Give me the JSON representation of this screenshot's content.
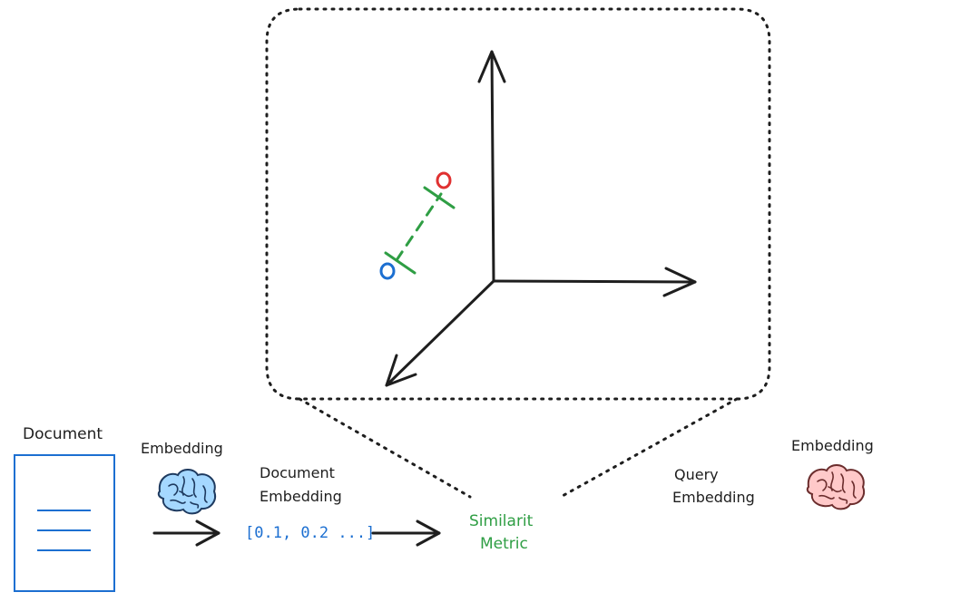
{
  "labels": {
    "document": "Document",
    "embedding_left": "Embedding",
    "document_embedding_line1": "Document",
    "document_embedding_line2": "Embedding",
    "vector": "[0.1, 0.2 ...]",
    "similarity_line1": "Similarit",
    "similarity_line2": "Metric",
    "query_embedding_line1": "Query",
    "query_embedding_line2": "Embedding",
    "embedding_right": "Embedding"
  },
  "colors": {
    "ink": "#1e1e1e",
    "blue": "#1c6fd1",
    "red": "#e03131",
    "green": "#2f9e44",
    "brain_blue": "#a5d8ff",
    "brain_pink": "#ffc9c9"
  },
  "icons": {
    "left_brain": "brain-icon",
    "right_brain": "brain-icon",
    "document": "document-icon"
  }
}
